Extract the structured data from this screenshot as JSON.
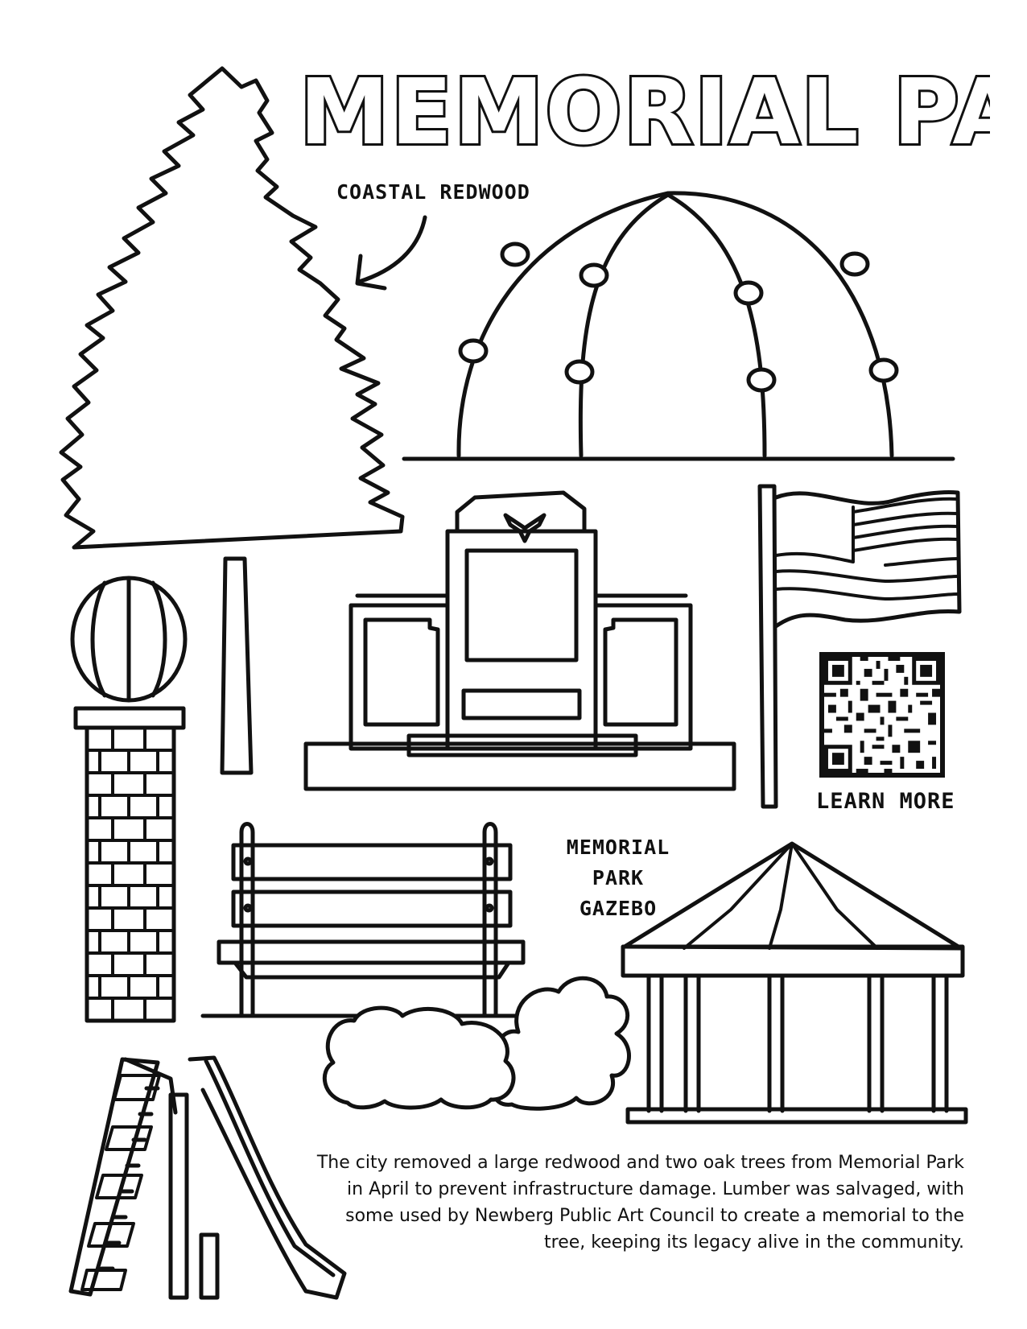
{
  "title": "MEMORIAL PARK",
  "labels": {
    "redwood": "COASTAL REDWOOD",
    "learn_more": "LEARN MORE",
    "gazebo_line1": "MEMORIAL PARK",
    "gazebo_line2": "GAZEBO"
  },
  "caption": "The city removed a large redwood and two oak trees from Memorial Park in April to prevent infrastructure damage. Lumber was salvaged, with some used by Newberg Public Art Council to create a memorial to the tree, keeping its legacy alive in the community.",
  "illustrations": {
    "items": [
      "redwood-tree",
      "dome-with-lights",
      "memorial-monument",
      "flag",
      "qr-code",
      "lamp-post",
      "bench",
      "bushes",
      "gazebo",
      "slide"
    ]
  },
  "colors": {
    "ink": "#111111",
    "paper": "#ffffff"
  }
}
